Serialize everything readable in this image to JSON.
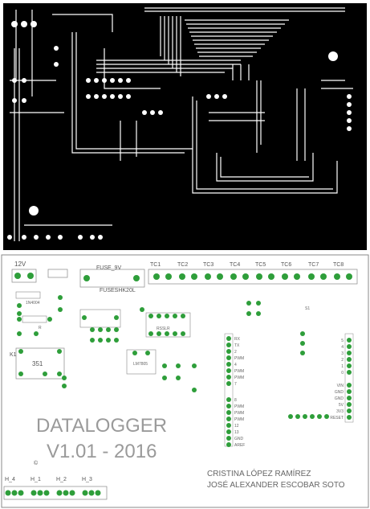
{
  "board": {
    "title_line1": "DATALOGGER",
    "title_line2": "V1.01 - 2016",
    "author1": "CRISTINA LÓPEZ RAMÍREZ",
    "author2": "JOSÉ ALEXANDER ESCOBAR SOTO",
    "copyright_mark": "©"
  },
  "connectors_top": {
    "power": "12V",
    "fuse1": "FUSE_9V",
    "fuse2": "FUSESHK20L",
    "thermocouples": [
      "TC1",
      "TC2",
      "TC3",
      "TC4",
      "TC5",
      "TC6",
      "TC7",
      "TC8"
    ]
  },
  "connectors_bottom": [
    "H_4",
    "H_1",
    "H_2",
    "H_3"
  ],
  "components": {
    "r_label": "R",
    "diode_label": "1N4004",
    "k_label": "K1",
    "regulator_label": "LM7805",
    "ic_label": "351",
    "x_label": "RSSLR",
    "s_label": "S1"
  },
  "arduino_left_pins": [
    "RX",
    "TX",
    "2",
    "PWM",
    "4",
    "PWM",
    "PWM",
    "7",
    "8",
    "PWM",
    "PWM",
    "PWM",
    "12",
    "13",
    "GND",
    "AREF"
  ],
  "arduino_right_pins": [
    "5",
    "4",
    "3",
    "2",
    "1",
    "0",
    "VIN",
    "GND",
    "GND",
    "5V",
    "3V3",
    "RESET"
  ],
  "colors": {
    "copper_bg": "#000000",
    "trace": "#ffffff",
    "pad": "#2e9e3a",
    "silk_text": "#555555"
  }
}
